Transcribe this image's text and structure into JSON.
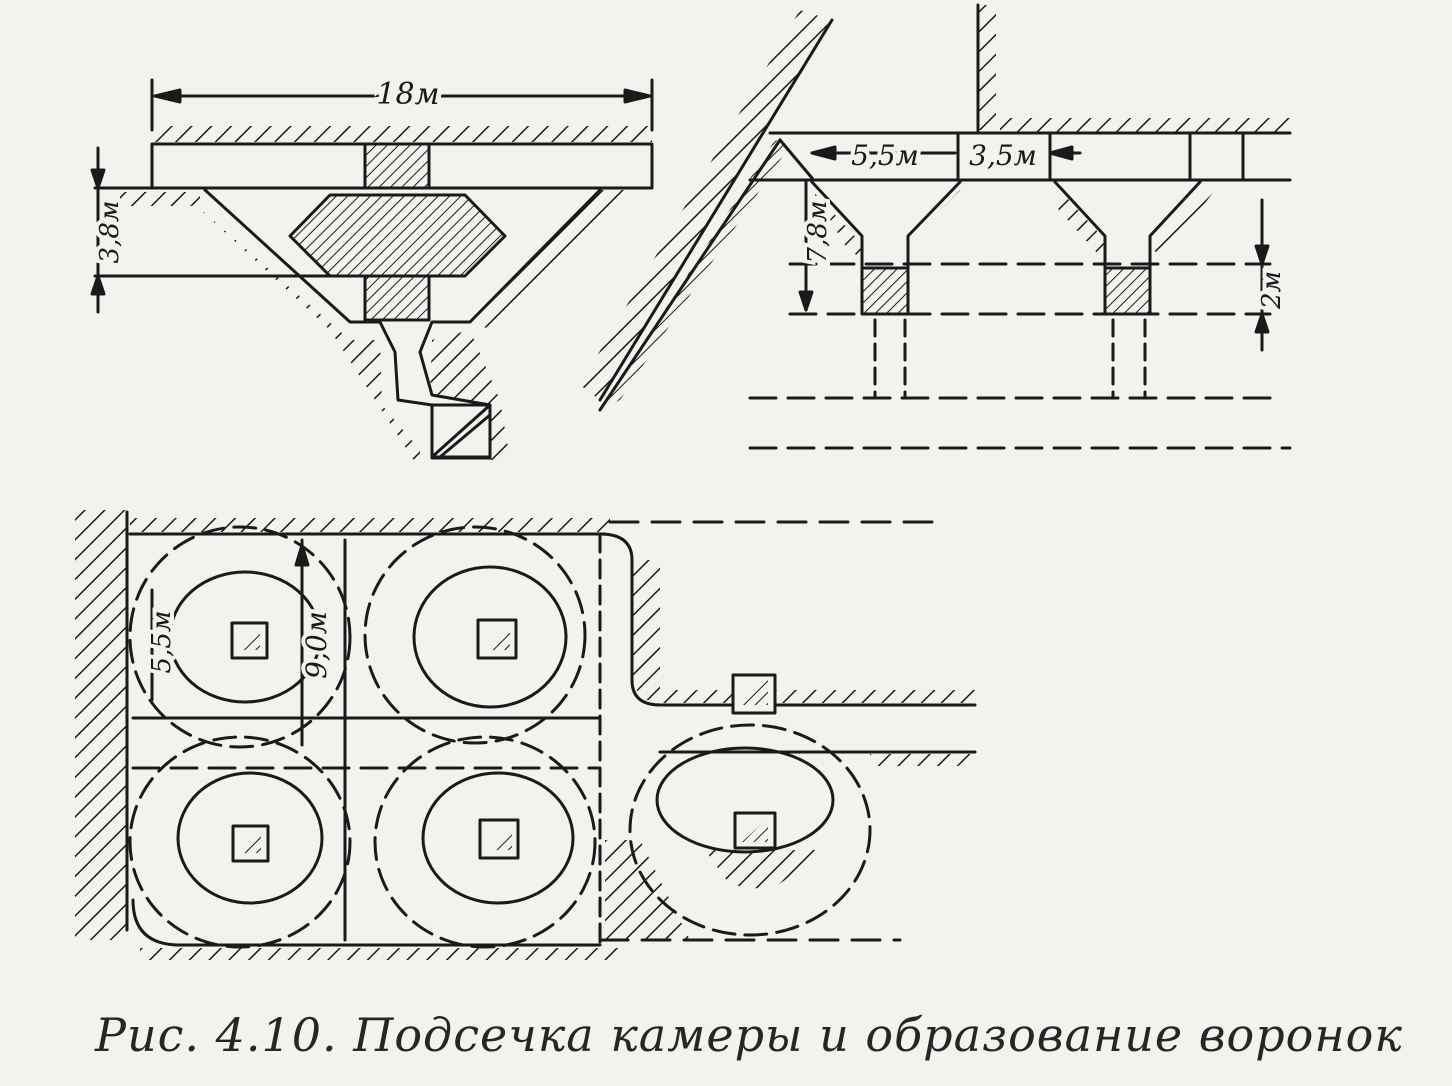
{
  "figure": {
    "caption": "Рис. 4.10. Подсечка камеры и образование воронок",
    "line_color": "#1a1a1a",
    "paper_color": "#f2f2ee"
  },
  "section_left": {
    "dim_width": "18м",
    "dim_height": "3,8м"
  },
  "section_right": {
    "dim_left": "5,5м",
    "dim_right": "3,5м",
    "dim_depth": "7,8м",
    "dim_level": "2м"
  },
  "plan": {
    "dim_inner": "5,5м",
    "dim_outer": "9,0м"
  }
}
